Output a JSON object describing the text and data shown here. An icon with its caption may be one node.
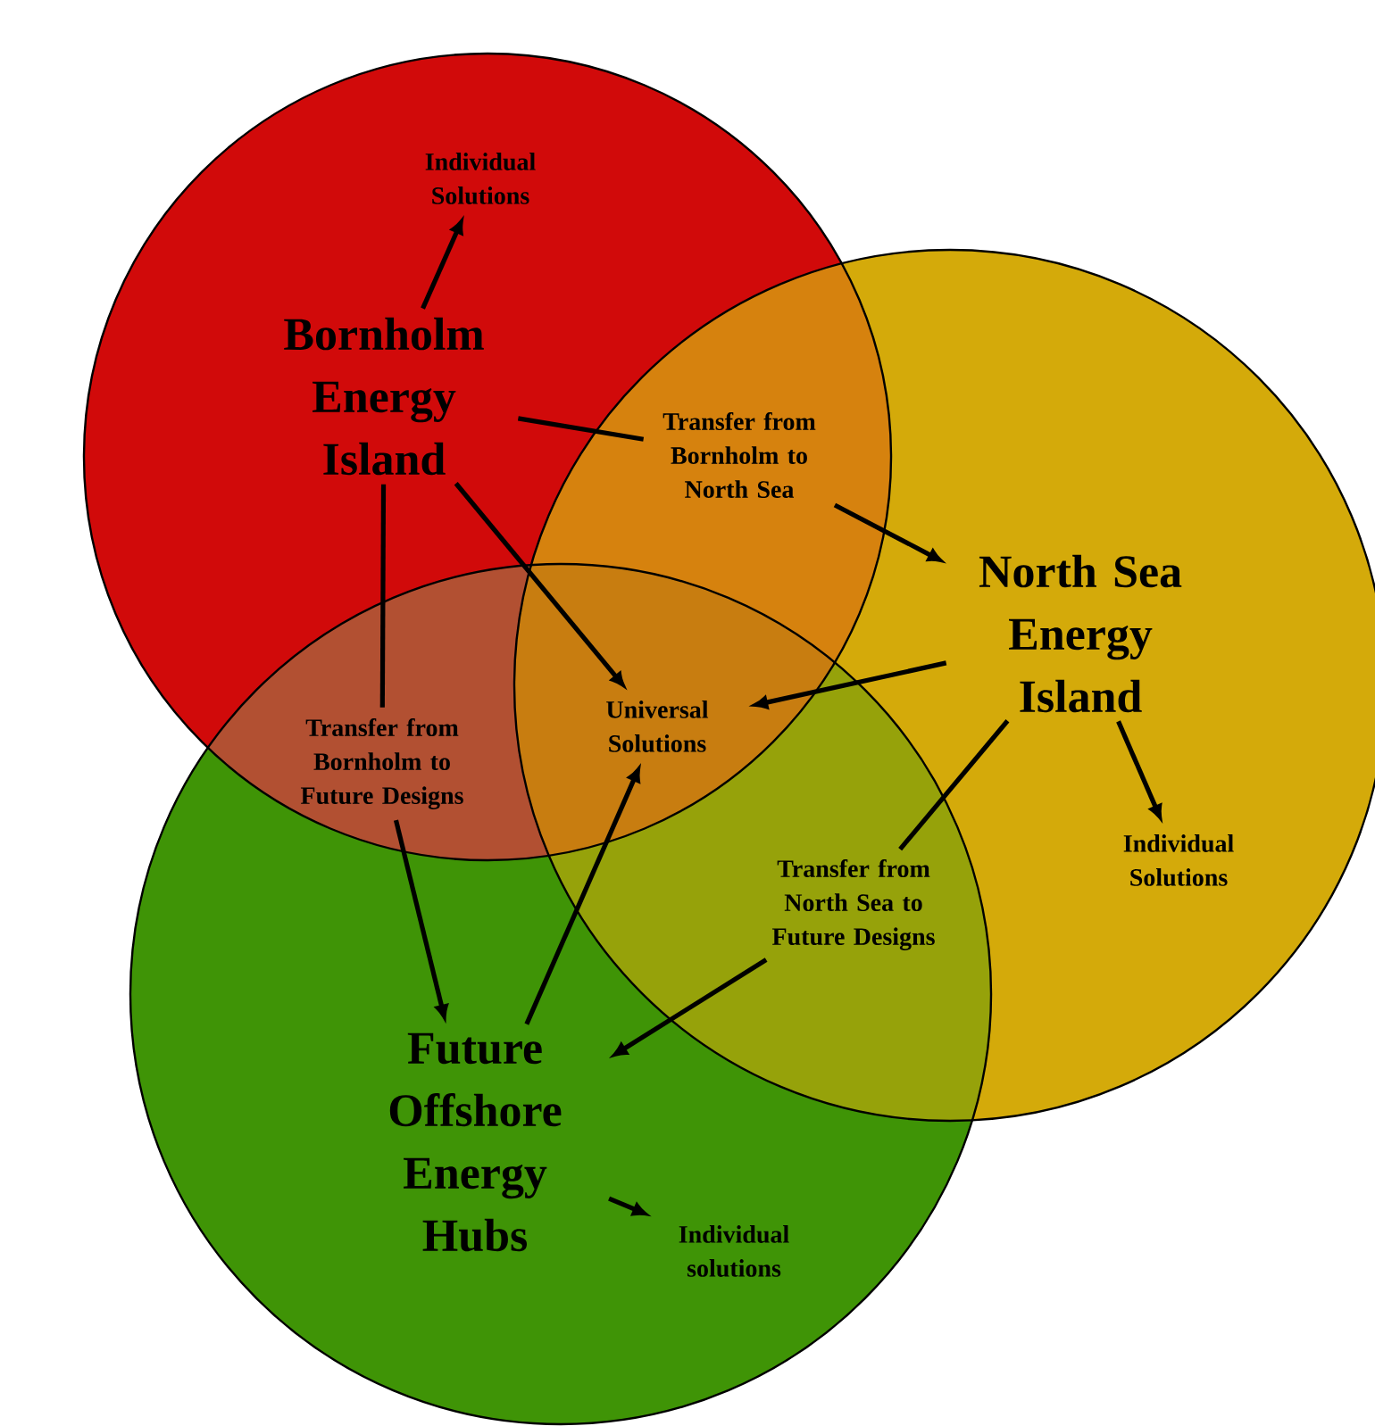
{
  "diagram": {
    "nodes": [
      {
        "text": [
          "Bornholm Energy Island"
        ]
      },
      {
        "text": [
          "Individual Solutions"
        ]
      },
      {
        "text": [
          "Transfer from Bornholm to North Sea"
        ]
      },
      {
        "text": [
          "North Sea Energy Island"
        ]
      },
      {
        "text": [
          "Universal Solutions"
        ]
      },
      {
        "text": [
          "Individual Solutions"
        ]
      },
      {
        "text": [
          "Transfer from Bornholm to Future Designs"
        ]
      },
      {
        "text": [
          "Transfer from North Sea to Future Designs"
        ]
      },
      {
        "text": [
          "Future Offshore Energy Hubs"
        ]
      },
      {
        "text": [
          "Individual solutions"
        ]
      }
    ],
    "edges": [
      {
        "from": 0,
        "to": 1,
        "arrow": "to"
      },
      {
        "from": 0,
        "to": 2,
        "arrow": "none"
      },
      {
        "from": 2,
        "to": 3,
        "arrow": "to"
      },
      {
        "from": 0,
        "to": 4,
        "arrow": "to"
      },
      {
        "from": 3,
        "to": 4,
        "arrow": "to"
      },
      {
        "from": 3,
        "to": 5,
        "arrow": "to"
      },
      {
        "from": 0,
        "to": 6,
        "arrow": "none"
      },
      {
        "from": 6,
        "to": 8,
        "arrow": "to"
      },
      {
        "from": 3,
        "to": 7,
        "arrow": "none"
      },
      {
        "from": 7,
        "to": 8,
        "arrow": "to"
      },
      {
        "from": 8,
        "to": 4,
        "arrow": "to"
      },
      {
        "from": 8,
        "to": 9,
        "arrow": "to"
      }
    ]
  }
}
